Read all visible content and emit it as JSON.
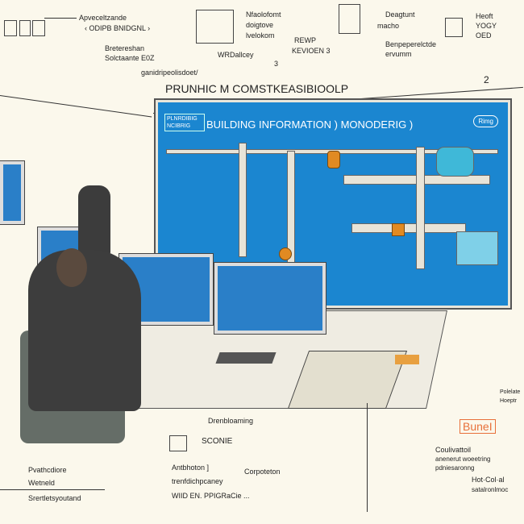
{
  "top_labels": {
    "apveceltzande": "Apveceltzande",
    "odipb": "‹ ODIPB BNIDGNL ›",
    "bretereshan": "Bretereshan",
    "solctaante": "Solctaante E0Z",
    "nfaolofomt": "Nfaolofomt",
    "doigtove": "doigtove",
    "lvelokom": "lvelokom",
    "wrdallcey": "WRDallcey",
    "rewp": "REWP",
    "kevioen": "KEVIOEN 3",
    "deagtunt": "Deagtunt",
    "macho": "macho",
    "benpeperelctde": "Benpeperelctde",
    "ervumm": "ervumm",
    "heoft": "Heoft",
    "yogy": "YOGY",
    "oed": "OED",
    "ganidiposisdoet": "ganidripeolisdoet/",
    "num_3": "3",
    "num_2": "2"
  },
  "wall_heading": "PRUNHIC M COMSTKEASIBIOOLP",
  "big_screen": {
    "tag": "PLNRDIBIG NCIBRIG",
    "title": "BUILDING INFORMATION ) MONODERIG )",
    "badge": "Rimg"
  },
  "bottom_labels": {
    "drenbloaming": "Drenbloaming",
    "sconie": "SCONIE",
    "antbhoton": "Antbhoton ]",
    "trenfdichpcaney": "trenfdichpcaney",
    "wiid": "WIID EN. PPIGRaCie ...",
    "corpoteton": "Corpoteton",
    "pvathcdiore": "Pvathcdiore",
    "wetneld": "Wetneld",
    "srertletsyoutand": "Srertletsyoutand",
    "bunei": "BuneI",
    "coulivattoil": "Coulivattoil",
    "anenerut": "anenerut woeetring",
    "pdniesaronng": "pdniesaronng",
    "hot_coal": "Hot·Col·al",
    "satalronlmoc": "satalronlmoc",
    "polelate": "Polelate",
    "hoeptr": "Hoeptr"
  }
}
